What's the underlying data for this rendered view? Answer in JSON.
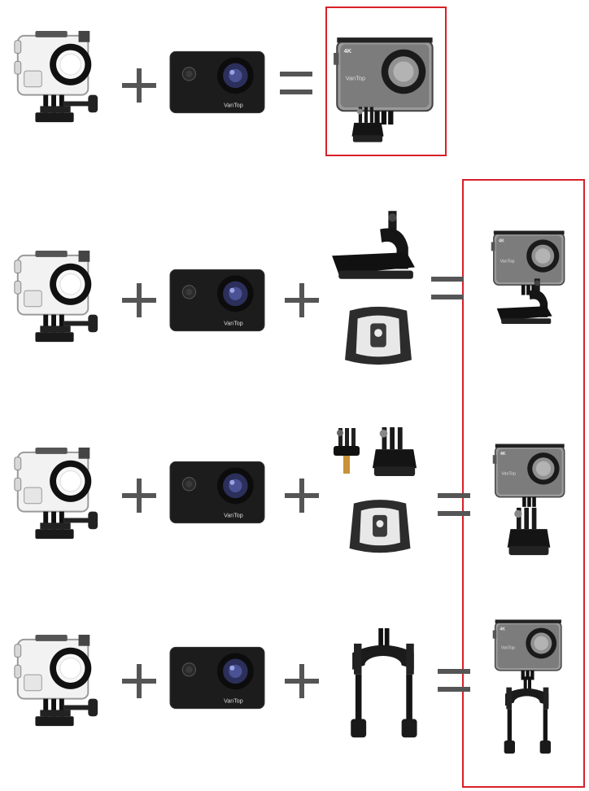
{
  "colors": {
    "frame": "#d8202a",
    "operator": "#555555"
  },
  "icons": {
    "housing": "waterproof-housing-icon",
    "camera": "action-camera-icon",
    "plus": "plus-icon",
    "equals": "equals-icon",
    "j_hook": "j-hook-mount-icon",
    "adhesive": "adhesive-base-icon",
    "tripod": "tripod-adapter-icon",
    "buckle": "quick-release-buckle-icon",
    "handlebar": "handlebar-mount-icon"
  },
  "camera": {
    "brand": "VanTop"
  },
  "result": {
    "badge": "4K",
    "brand": "VanTop"
  },
  "rows": [
    {
      "name": "combo-housing-only",
      "accessories": []
    },
    {
      "name": "combo-j-hook",
      "accessories": [
        "j-hook-mount",
        "adhesive-base"
      ]
    },
    {
      "name": "combo-tripod-adapter",
      "accessories": [
        "tripod-adapter",
        "quick-release-buckle",
        "adhesive-base"
      ]
    },
    {
      "name": "combo-handlebar",
      "accessories": [
        "handlebar-mount"
      ]
    }
  ]
}
